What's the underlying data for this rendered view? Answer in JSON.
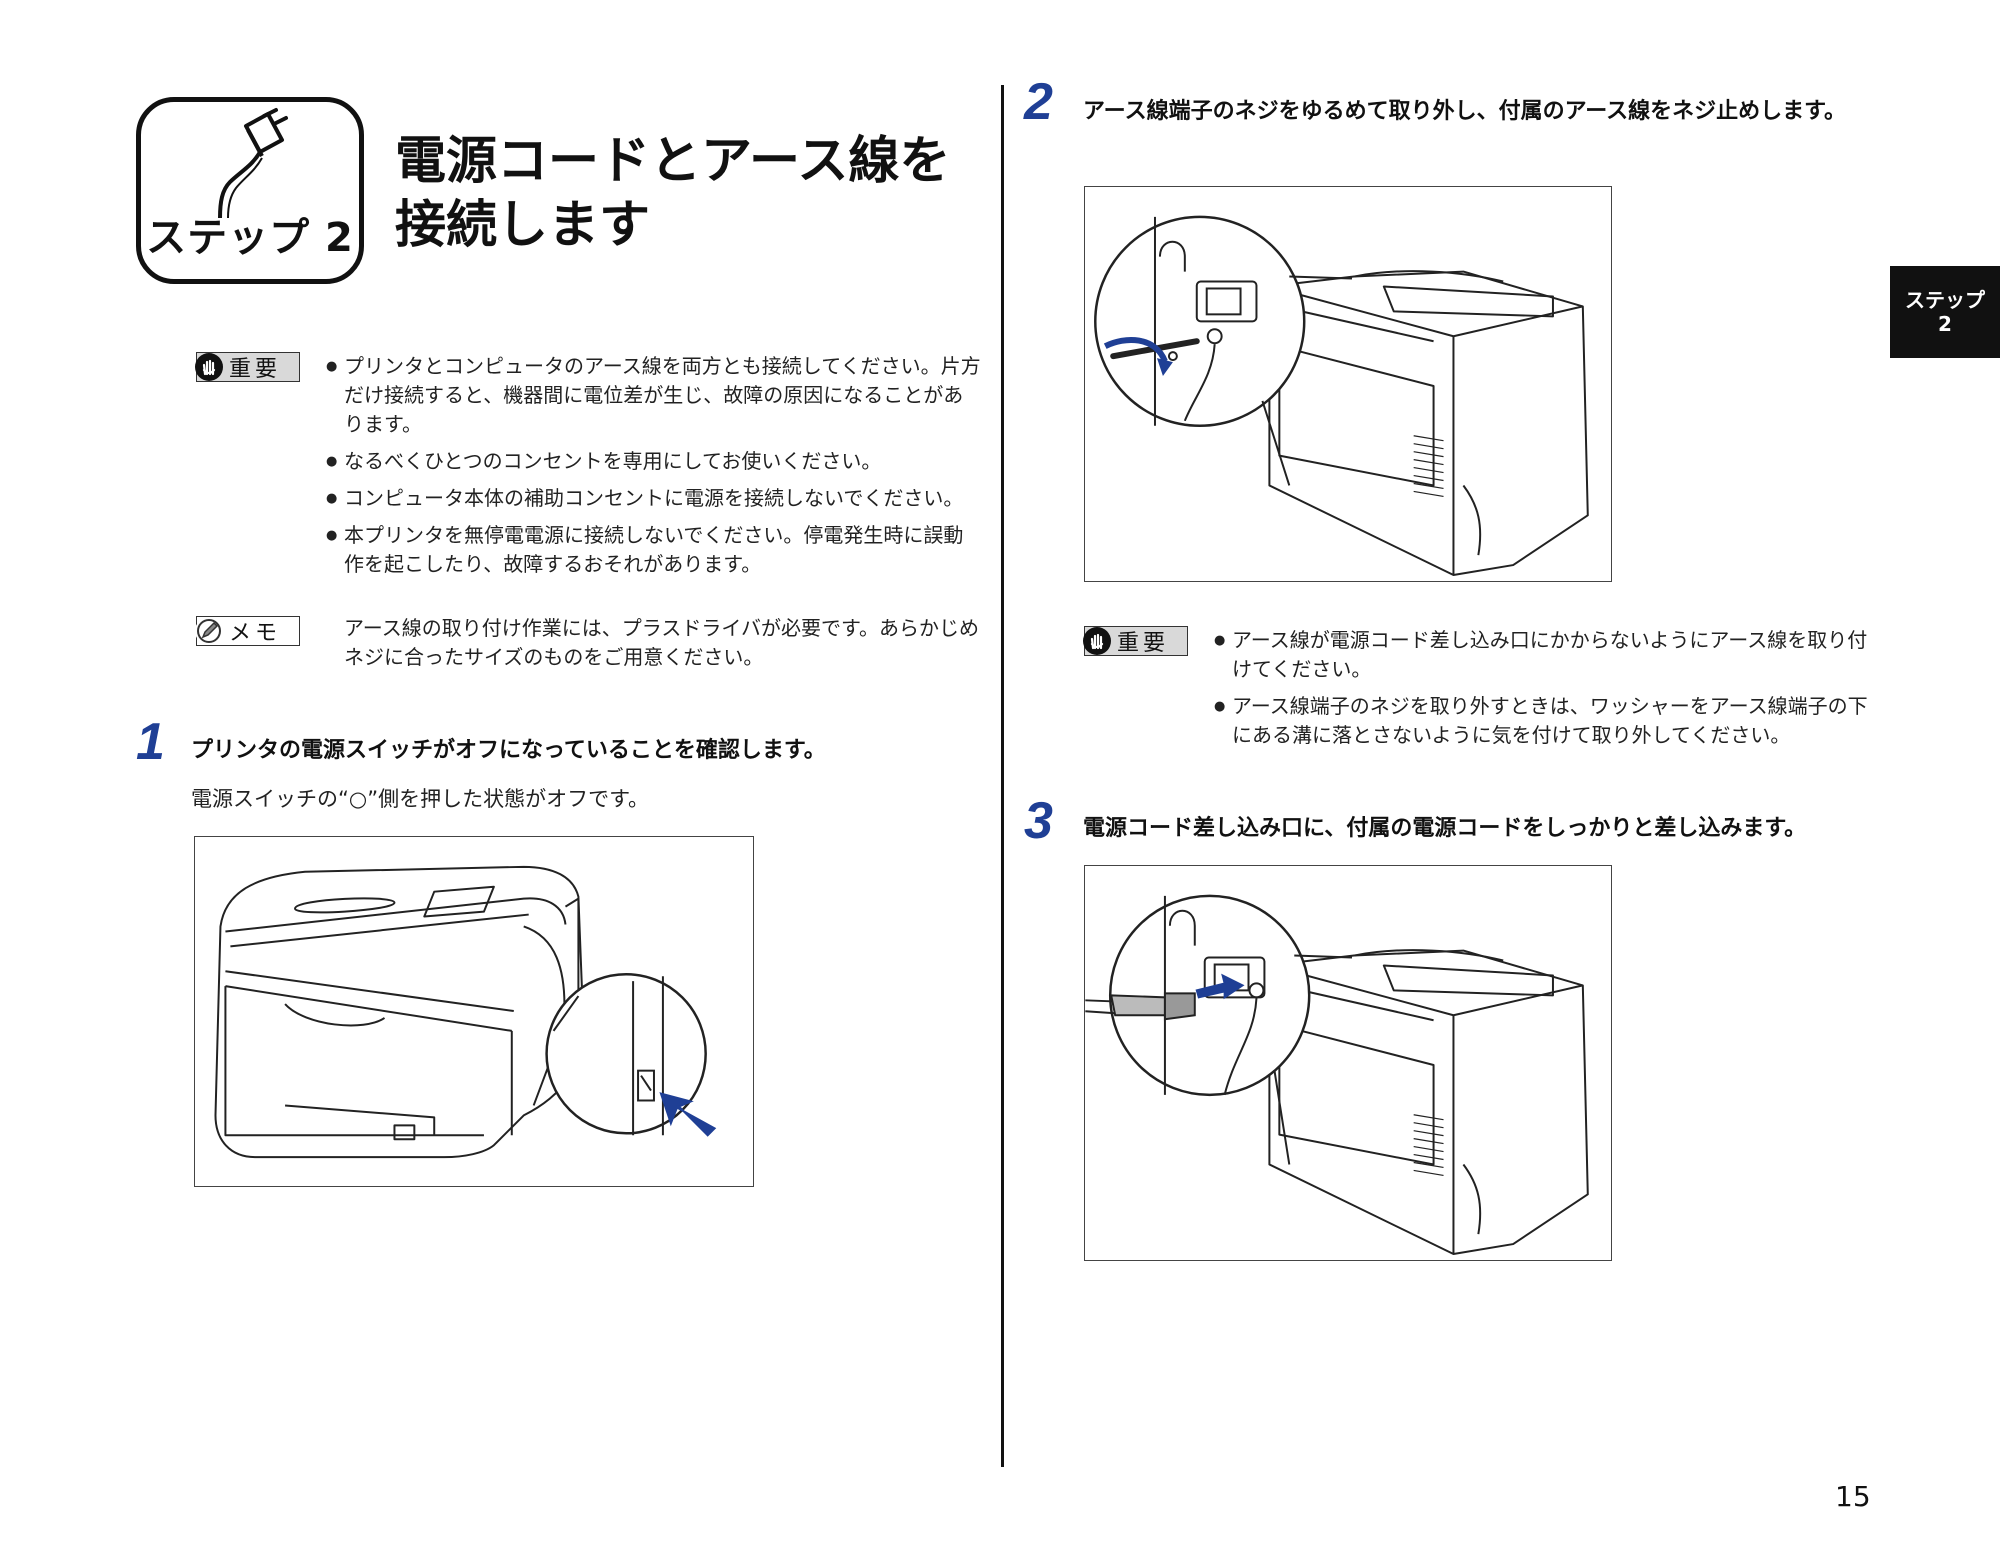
{
  "header": {
    "badge_label": "ステップ 2",
    "title_line1": "電源コードとアース線を",
    "title_line2": "接続します"
  },
  "important_note_1": {
    "tag_label": "重要",
    "items": [
      "プリンタとコンピュータのアース線を両方とも接続してください。片方だけ接続すると、機器間に電位差が生じ、故障の原因になることがあります。",
      "なるべくひとつのコンセントを専用にしてお使いください。",
      "コンピュータ本体の補助コンセントに電源を接続しないでください。",
      "本プリンタを無停電電源に接続しないでください。停電発生時に誤動作を起こしたり、故障するおそれがあります。"
    ]
  },
  "memo_note": {
    "tag_label": "メモ",
    "text": "アース線の取り付け作業には、プラスドライバが必要です。あらかじめネジに合ったサイズのものをご用意ください。"
  },
  "step1": {
    "number": "1",
    "text": "プリンタの電源スイッチがオフになっていることを確認します。",
    "sub_text": "電源スイッチの“○”側を押した状態がオフです。"
  },
  "step2": {
    "number": "2",
    "text": "アース線端子のネジをゆるめて取り外し、付属のアース線をネジ止めします。"
  },
  "important_note_2": {
    "tag_label": "重要",
    "items": [
      "アース線が電源コード差し込み口にかからないようにアース線を取り付けてください。",
      "アース線端子のネジを取り外すときは、ワッシャーをアース線端子の下にある溝に落とさないように気を付けて取り外してください。"
    ]
  },
  "step3": {
    "number": "3",
    "text": "電源コード差し込み口に、付属の電源コードをしっかりと差し込みます。"
  },
  "side_tab": {
    "line1": "ステップ",
    "line2": "2"
  },
  "page_number": "15",
  "colors": {
    "accent_blue": "#1f3f95",
    "tab_black": "#111111",
    "tag_gray": "#d9d9d9"
  },
  "icons": [
    "power-plug-icon",
    "hand-stop-icon",
    "pencil-icon",
    "push-arrow-icon",
    "screwdriver-rotate-icon",
    "insert-arrow-icon"
  ]
}
